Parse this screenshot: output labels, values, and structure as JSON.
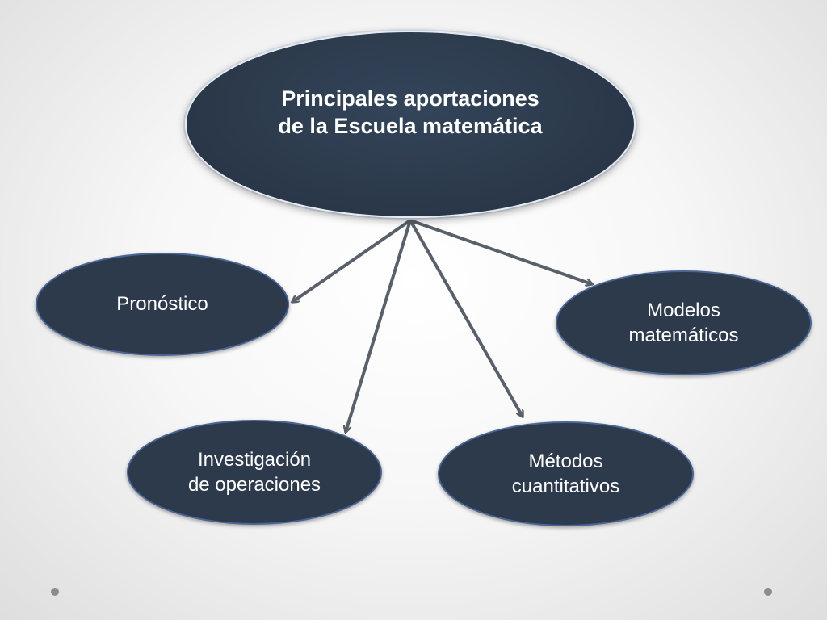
{
  "diagram": {
    "central": {
      "line1": "Principales aportaciones",
      "line2": "de la Escuela  matemática"
    },
    "branches": [
      {
        "id": "pronostico",
        "lines": [
          "Pronóstico"
        ]
      },
      {
        "id": "modelos",
        "lines": [
          "Modelos",
          "matemáticos"
        ]
      },
      {
        "id": "investigacion",
        "lines": [
          "Investigación",
          "de operaciones"
        ]
      },
      {
        "id": "metodos",
        "lines": [
          "Métodos",
          "cuantitativos"
        ]
      }
    ]
  },
  "colors": {
    "node_fill": "#2c3a4c",
    "node_border": "#4a6495",
    "arrow": "#59606a",
    "text": "#ffffff"
  }
}
